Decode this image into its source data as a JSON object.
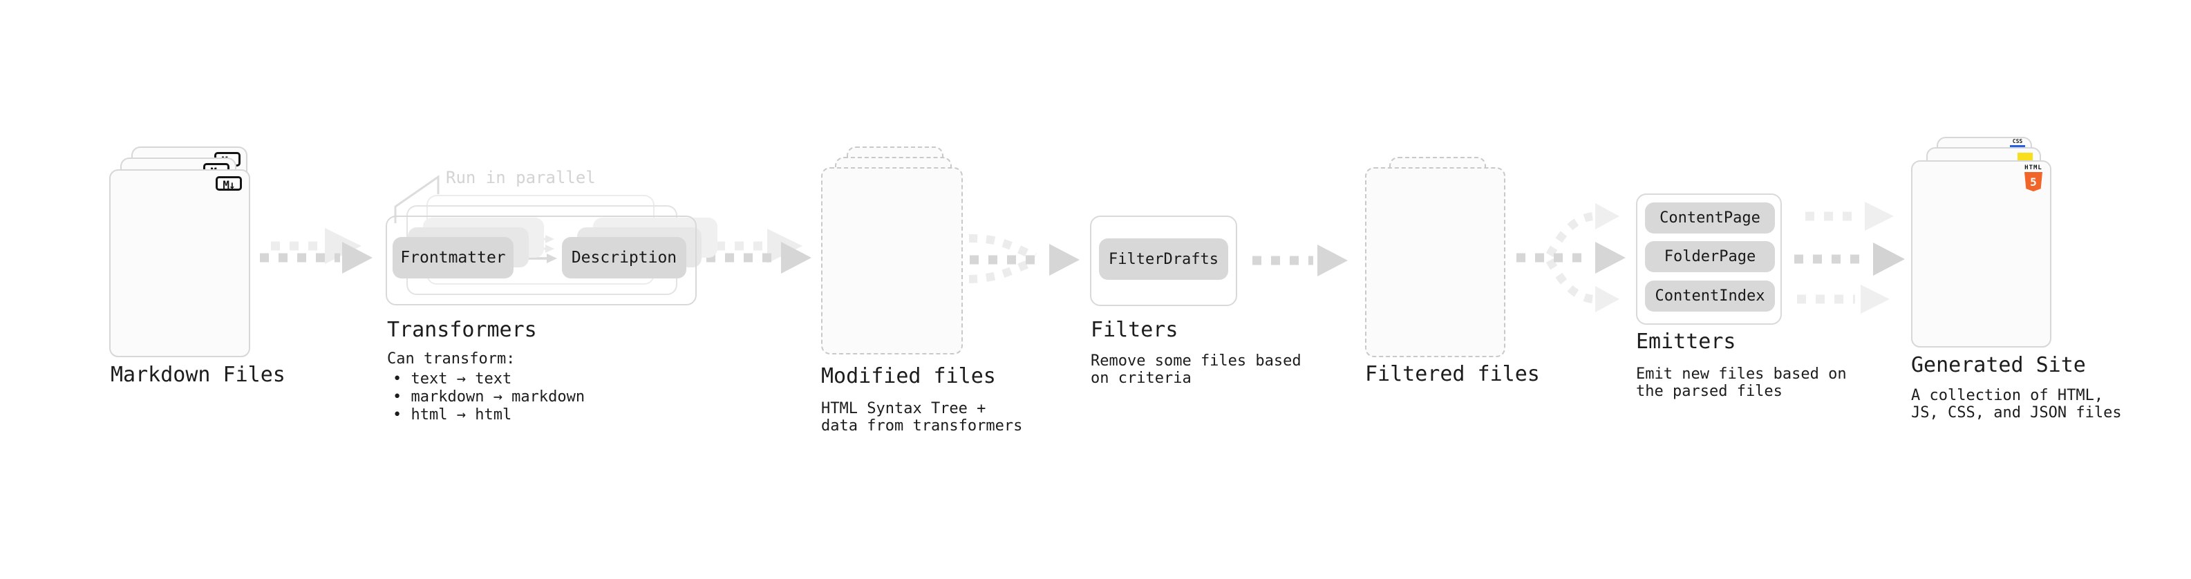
{
  "diagram": {
    "annotation_run_in_parallel": "Run in parallel",
    "stages": {
      "markdown": {
        "title": "Markdown Files",
        "badge": "M↓"
      },
      "transformers": {
        "title": "Transformers",
        "desc_heading": "Can transform:",
        "bullets": "• text → text\n• markdown → markdown\n• html → html",
        "pill_left": "Frontmatter",
        "pill_right": "Description"
      },
      "modified": {
        "title": "Modified files",
        "desc": "HTML Syntax Tree +\ndata from transformers"
      },
      "filters": {
        "title": "Filters",
        "desc": "Remove some files based\non criteria",
        "pill": "FilterDrafts"
      },
      "filtered": {
        "title": "Filtered files"
      },
      "emitters": {
        "title": "Emitters",
        "desc": "Emit new files based on\nthe parsed files",
        "pills": [
          "ContentPage",
          "FolderPage",
          "ContentIndex"
        ]
      },
      "site": {
        "title": "Generated Site",
        "desc": "A collection of HTML,\nJS, CSS, and JSON files",
        "badge_html_label": "HTML",
        "badge_html_number": "5",
        "badge_css_label": "CSS"
      }
    }
  },
  "colors": {
    "html5_orange": "#f16529",
    "js_yellow": "#f7df1e",
    "css_blue": "#2b5fe3",
    "placeholder_bar_gray": "#dbdbdb",
    "arrow_gray": "#d6d6d6",
    "arrow_ghost_gray": "#ededed",
    "annotation_gray": "#d3d3d3",
    "text_dark": "#1c1c1c"
  }
}
